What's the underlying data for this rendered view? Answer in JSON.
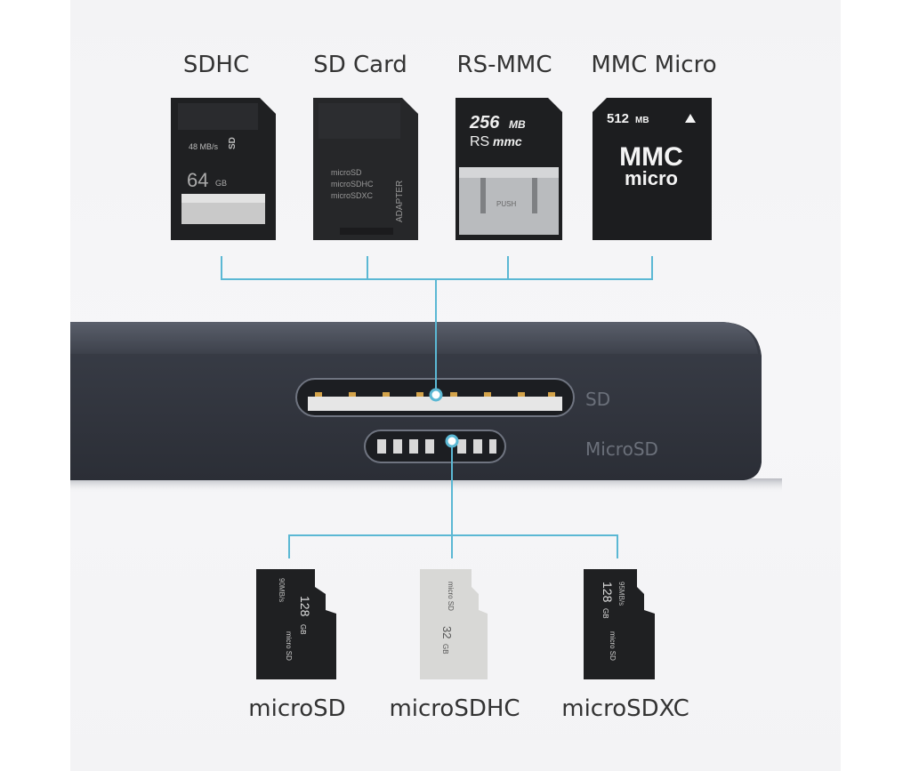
{
  "top_cards": [
    {
      "label": "SDHC",
      "speed": "48 MB/s",
      "capacity": "64",
      "capacity_unit": "GB"
    },
    {
      "label": "SD Card",
      "lines": [
        "microSD",
        "microSDHC",
        "microSDXC"
      ],
      "side_text": "ADAPTER"
    },
    {
      "label": "RS-MMC",
      "capacity": "256",
      "capacity_unit": "MB",
      "brand": "RS",
      "brand_sub": "mmc",
      "push": "PUSH"
    },
    {
      "label": "MMC Micro",
      "capacity": "512",
      "capacity_unit": "MB",
      "line1": "MMC",
      "line2": "micro"
    }
  ],
  "bottom_cards": [
    {
      "label": "microSD",
      "capacity": "128",
      "capacity_unit": "GB",
      "speed": "90MB/s",
      "logo": "micro SD"
    },
    {
      "label": "microSDHC",
      "capacity": "32",
      "capacity_unit": "GB",
      "logo": "micro SD"
    },
    {
      "label": "microSDXC",
      "capacity": "128",
      "capacity_unit": "GB",
      "speed": "95MB/s",
      "logo": "micro SD"
    }
  ],
  "slots": {
    "sd_label": "SD",
    "microsd_label": "MicroSD"
  },
  "colors": {
    "connector": "#5bb8d4",
    "device": "#2e323c",
    "card": "#222325",
    "card_light": "#d8d8d6"
  }
}
